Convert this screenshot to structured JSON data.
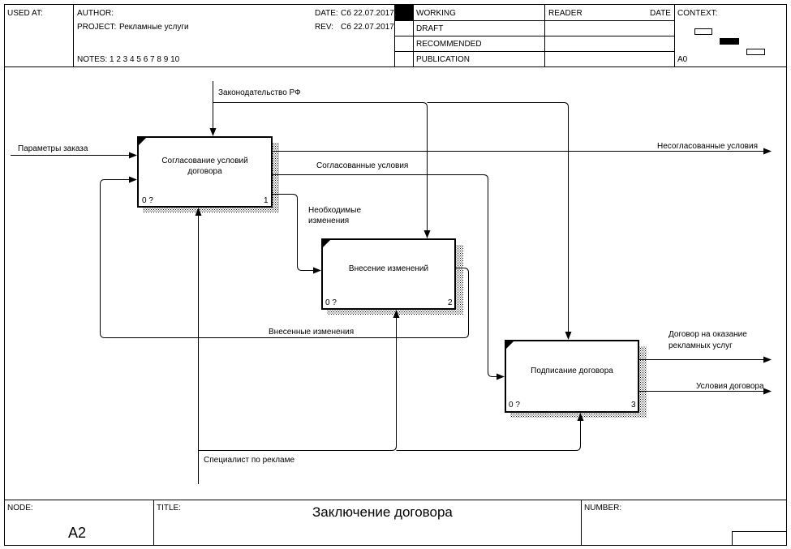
{
  "header": {
    "used_at": "USED AT:",
    "author": "AUTHOR:",
    "project_label": "PROJECT:",
    "project_value": "Рекламные услуги",
    "notes": "NOTES:  1  2  3  4  5  6  7  8  9  10",
    "date_label": "DATE:",
    "date_value": "Сб 22.07.2017",
    "rev_label": "REV:",
    "rev_value": "Сб 22.07.2017",
    "status": [
      "WORKING",
      "DRAFT",
      "RECOMMENDED",
      "PUBLICATION"
    ],
    "reader": "READER",
    "reader_date": "DATE",
    "context": "CONTEXT:",
    "context_node": "A0"
  },
  "boxes": [
    {
      "label": "Согласование условий договора",
      "cost": "0 ?",
      "number": "1"
    },
    {
      "label": "Внесение изменений",
      "cost": "0 ?",
      "number": "2"
    },
    {
      "label": "Подписание договора",
      "cost": "0 ?",
      "number": "3"
    }
  ],
  "arrows": {
    "control": "Законодательство РФ",
    "input": "Параметры заказа",
    "output_rejected": "Несогласованные условия",
    "agreed": "Согласованные условия",
    "needed_changes_1": "Необходимые",
    "needed_changes_2": "изменения",
    "made_changes": "Внесенные изменения",
    "contract_1": "Договор на оказание",
    "contract_2": "рекламных услуг",
    "contract_terms": "Условия договора",
    "mechanism": "Специалист по рекламе"
  },
  "footer": {
    "node_label": "NODE:",
    "node_value": "A2",
    "title_label": "TITLE:",
    "title_value": "Заключение договора",
    "number_label": "NUMBER:"
  }
}
